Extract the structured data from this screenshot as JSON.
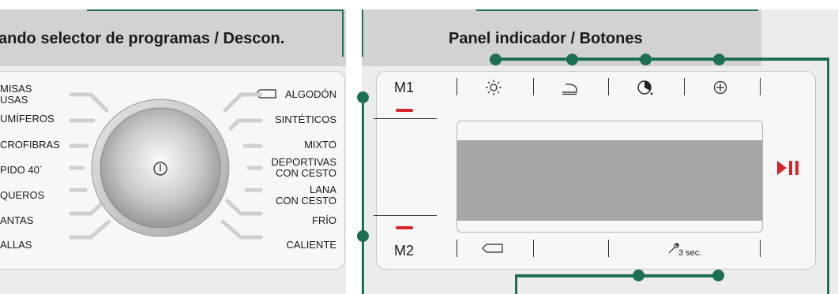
{
  "left_section": {
    "title": "ando selector de programas / Descon.",
    "programs_left": [
      "MISAS",
      "USAS",
      "UMÍFEROS",
      "CROFIBRAS",
      "PIDO 40´",
      "QUEROS",
      "ANTAS",
      "ALLAS"
    ],
    "programs_right": [
      "ALGODÓN",
      "SINTÉTICOS",
      "MIXTO",
      "DEPORTIVAS",
      "CON CESTO",
      "LANA",
      "CON CESTO",
      "FRÍO",
      "CALIENTE"
    ]
  },
  "right_section": {
    "title": "Panel indicador / Botones",
    "memory_top": "M1",
    "memory_bottom": "M2",
    "long_press_label": "3 sec."
  },
  "icons": {
    "top_row": [
      "sun-icon",
      "iron-icon",
      "timer-icon",
      "plus-circle-icon"
    ],
    "bottom_row": [
      "basket-icon",
      "wrench-icon"
    ],
    "start": "play-pause-icon",
    "dial": "power-icon"
  },
  "colors": {
    "callout_green": "#1d6f52",
    "indicator_red": "#d8232a",
    "display_gray": "#a6a6a6"
  }
}
